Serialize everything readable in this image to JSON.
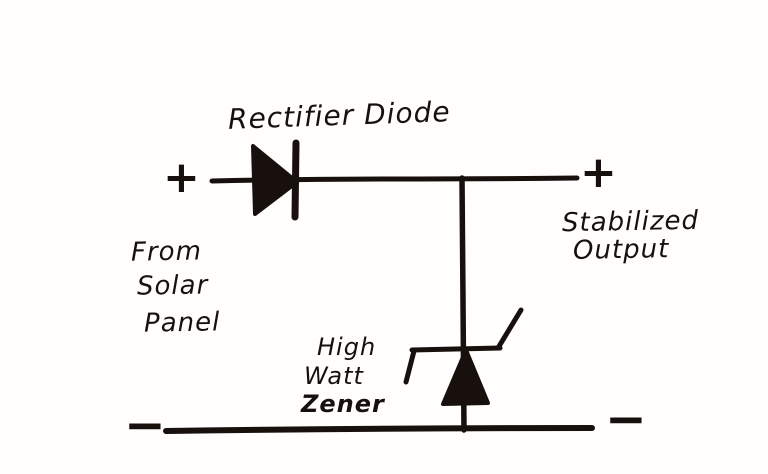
{
  "page": {
    "background": "#fffefd",
    "ink_color": "#17100c"
  },
  "labels": {
    "rectifier_diode": "Rectifier Diode",
    "source_line1": "From",
    "source_line2": "Solar",
    "source_line3": "Panel",
    "output_line1": "Stabilized",
    "output_line2": "Output",
    "zener_line1": "High",
    "zener_line2": "Watt",
    "zener_line3": "Zener",
    "plus_input": "+",
    "plus_output": "+",
    "minus_input": "−",
    "minus_output": "−"
  }
}
